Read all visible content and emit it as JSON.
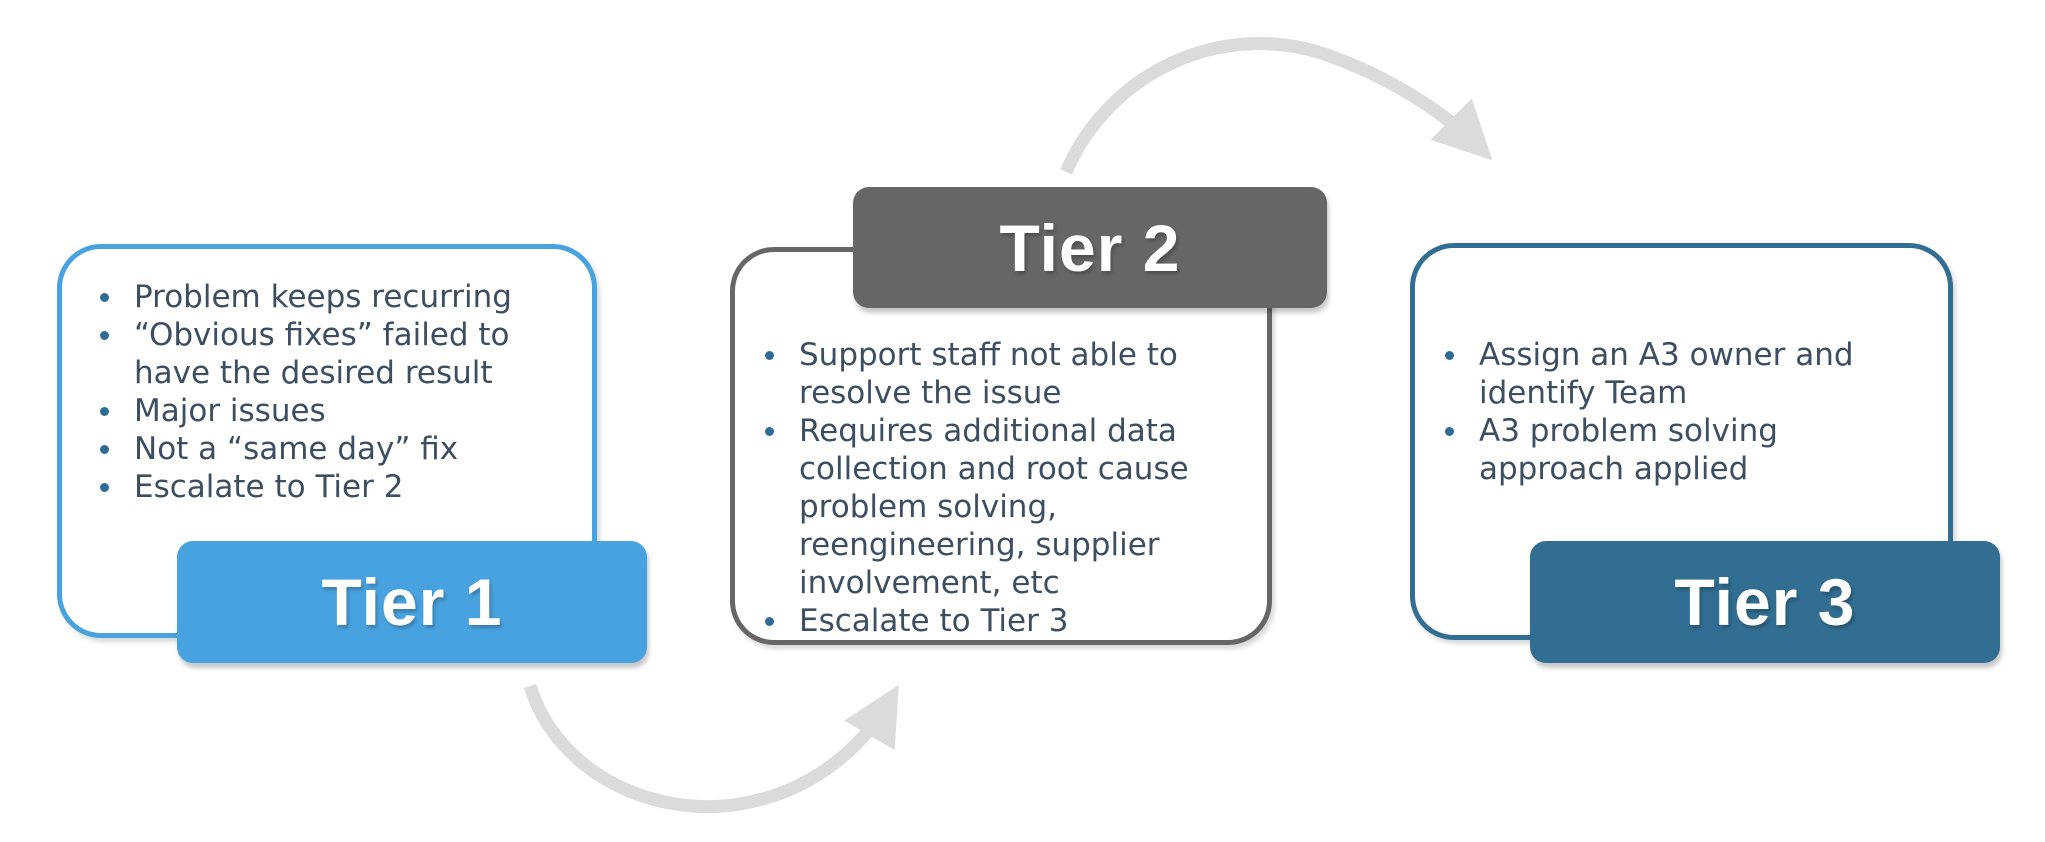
{
  "diagram": {
    "title": "Tiered problem escalation diagram",
    "arrows": [
      {
        "name": "arrow-tier1-to-tier2",
        "from": "Tier 1",
        "to": "Tier 2"
      },
      {
        "name": "arrow-tier2-to-tier3",
        "from": "Tier 2",
        "to": "Tier 3"
      }
    ]
  },
  "theme": {
    "background": "#ffffff",
    "tier1_accent": "#48a2df",
    "tier2_accent": "#666666",
    "tier3_accent": "#316e92",
    "body_text": "#3d4e60",
    "bullet_dot": "#2f6b94",
    "arrow_gray": "#dbdbdb",
    "label_text": "#ffffff"
  },
  "tiers": [
    {
      "id": "tier-1",
      "label": "Tier 1",
      "accent": "#48a2df",
      "items": [
        {
          "lines": [
            "Problem keeps recurring"
          ]
        },
        {
          "lines": [
            "“Obvious fixes” failed to",
            "have the desired result"
          ]
        },
        {
          "lines": [
            "Major issues"
          ]
        },
        {
          "lines": [
            "Not a “same day” fix"
          ]
        },
        {
          "lines": [
            "Escalate to Tier 2"
          ]
        }
      ]
    },
    {
      "id": "tier-2",
      "label": "Tier 2",
      "accent": "#666666",
      "items": [
        {
          "lines": [
            "Support staff not able to",
            "resolve the issue"
          ]
        },
        {
          "lines": [
            "Requires additional data",
            "collection and root cause",
            "problem solving,",
            "reengineering, supplier",
            "involvement, etc"
          ]
        },
        {
          "lines": [
            "Escalate to Tier 3"
          ]
        }
      ]
    },
    {
      "id": "tier-3",
      "label": "Tier 3",
      "accent": "#316e92",
      "items": [
        {
          "lines": [
            "Assign an A3 owner and",
            "identify Team"
          ]
        },
        {
          "lines": [
            "A3 problem solving",
            "approach applied"
          ]
        }
      ]
    }
  ]
}
